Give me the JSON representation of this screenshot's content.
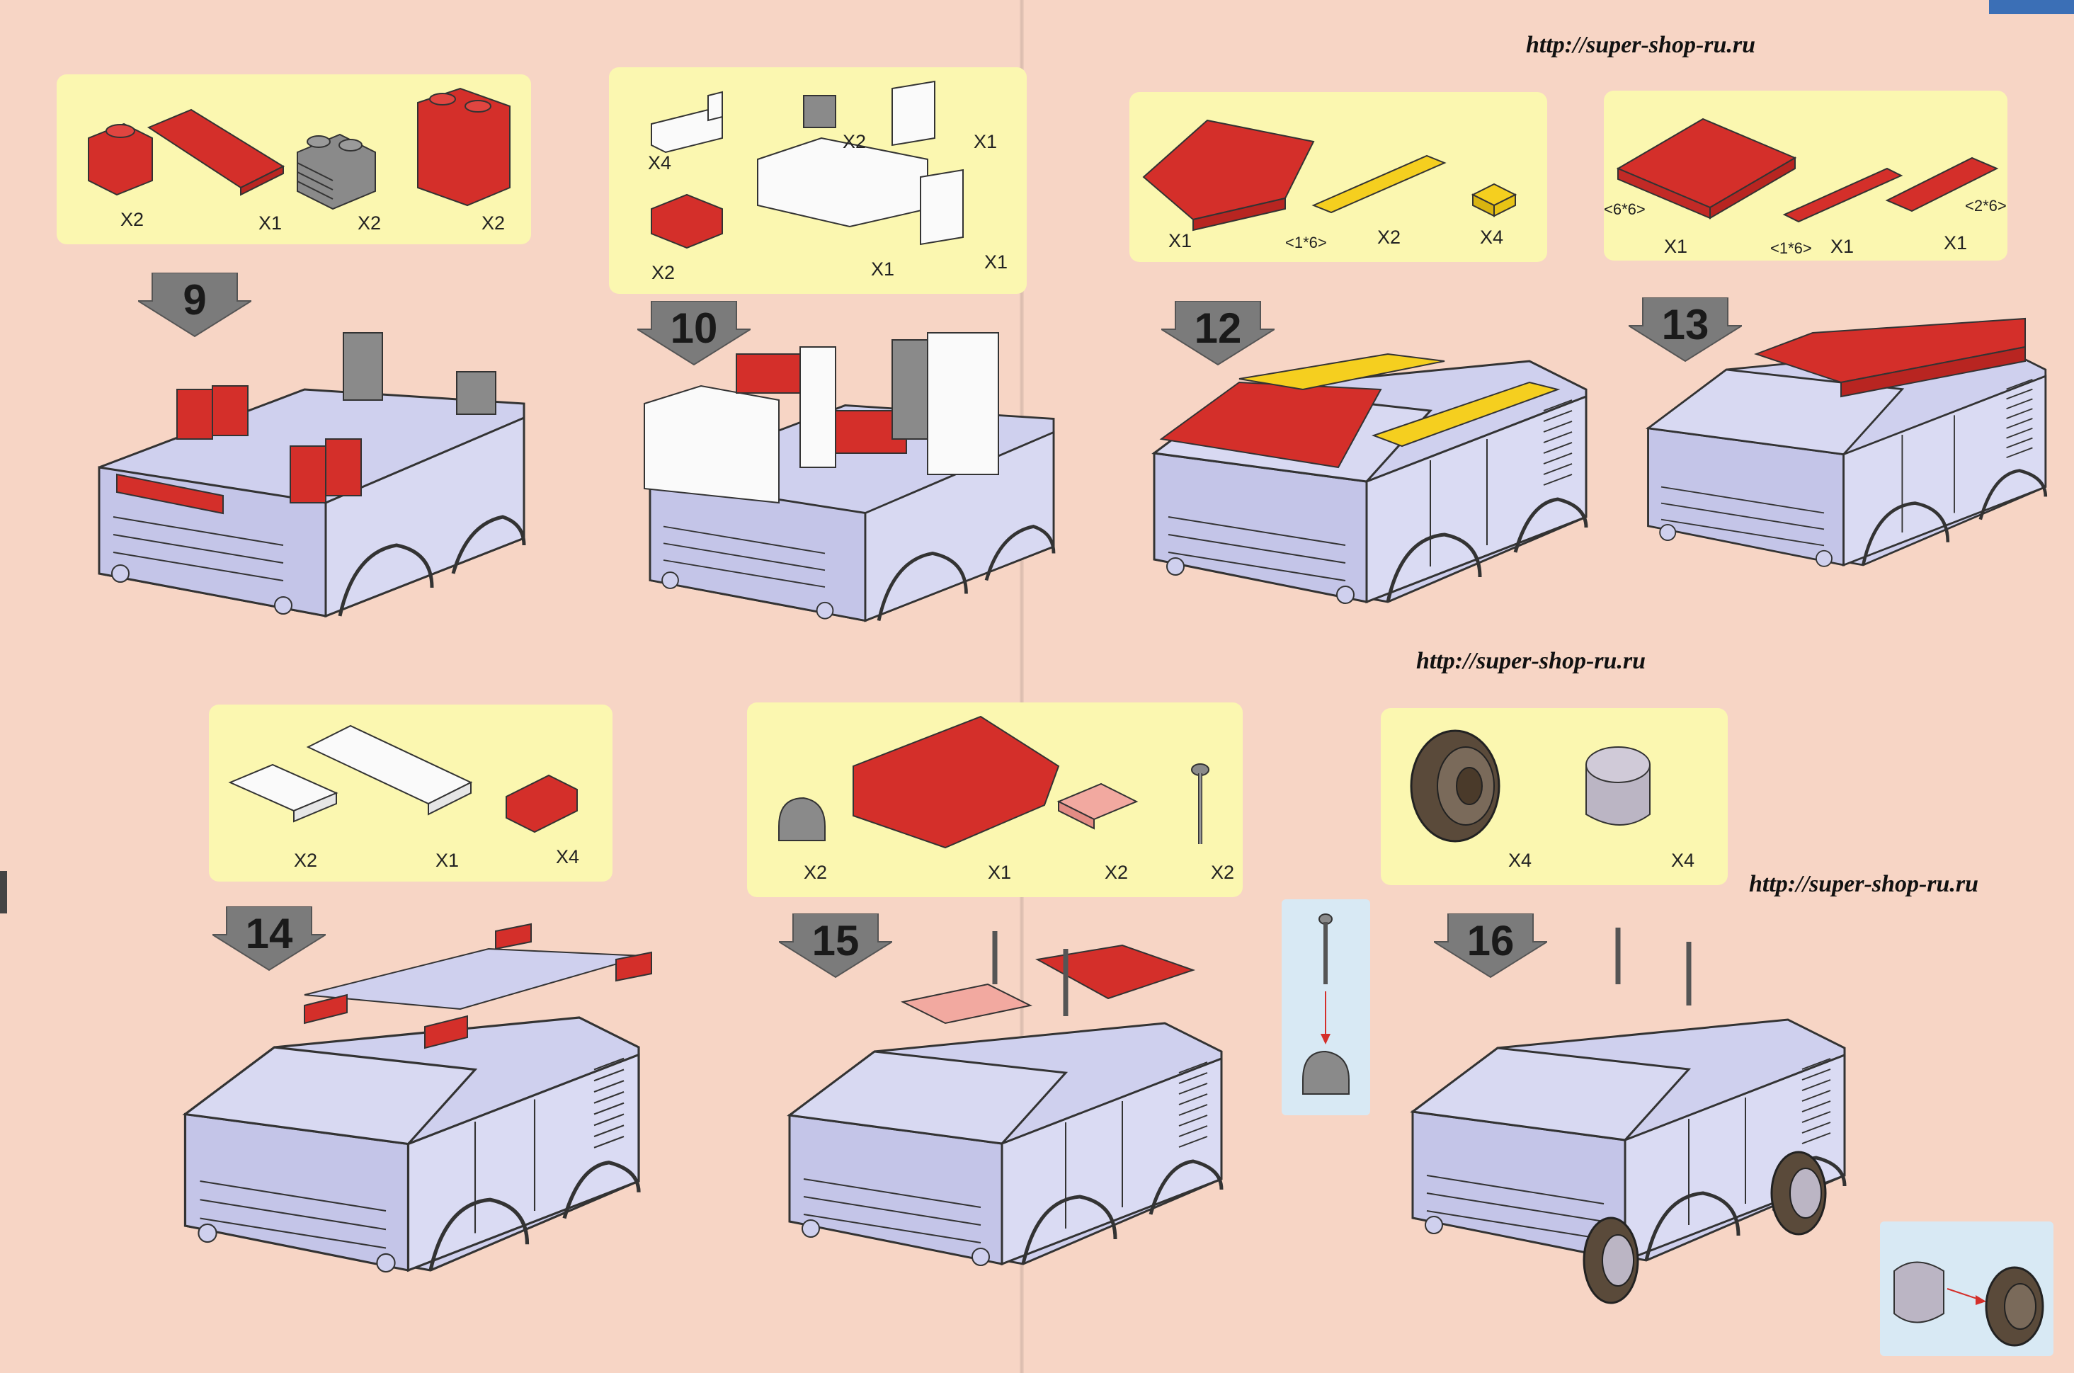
{
  "watermark": {
    "url": "http://super-shop-ru.ru"
  },
  "steps": [
    {
      "number": "9",
      "parts": [
        {
          "qty": "X2"
        },
        {
          "qty": "X1"
        },
        {
          "qty": "X2"
        },
        {
          "qty": "X2"
        }
      ]
    },
    {
      "number": "10",
      "parts": [
        {
          "qty": "X4"
        },
        {
          "qty": "X2"
        },
        {
          "qty": "X1"
        },
        {
          "qty": "X2"
        },
        {
          "qty": "X1"
        },
        {
          "qty": "X1"
        }
      ]
    },
    {
      "number": "12",
      "parts": [
        {
          "qty": "X1"
        },
        {
          "qty": "X2",
          "dim": "<1*6>"
        },
        {
          "qty": "X4"
        }
      ]
    },
    {
      "number": "13",
      "parts": [
        {
          "qty": "X1",
          "dim": "<6*6>"
        },
        {
          "qty": "X1",
          "dim": "<1*6>"
        },
        {
          "qty": "X1",
          "dim": "<2*6>"
        }
      ]
    },
    {
      "number": "14",
      "parts": [
        {
          "qty": "X2"
        },
        {
          "qty": "X1"
        },
        {
          "qty": "X4"
        }
      ]
    },
    {
      "number": "15",
      "parts": [
        {
          "qty": "X2"
        },
        {
          "qty": "X1"
        },
        {
          "qty": "X2"
        },
        {
          "qty": "X2"
        }
      ]
    },
    {
      "number": "16",
      "parts": [
        {
          "qty": "X4"
        },
        {
          "qty": "X4"
        }
      ]
    }
  ],
  "colors": {
    "page_bg": "#f7d5c5",
    "parts_panel": "#fbf7b0",
    "brick_red": "#d42f2a",
    "brick_yellow": "#f5cf1f",
    "brick_grey": "#8a8a8a",
    "truck_body": "#cfd0ee",
    "arrow_grey": "#7b7b7b"
  }
}
